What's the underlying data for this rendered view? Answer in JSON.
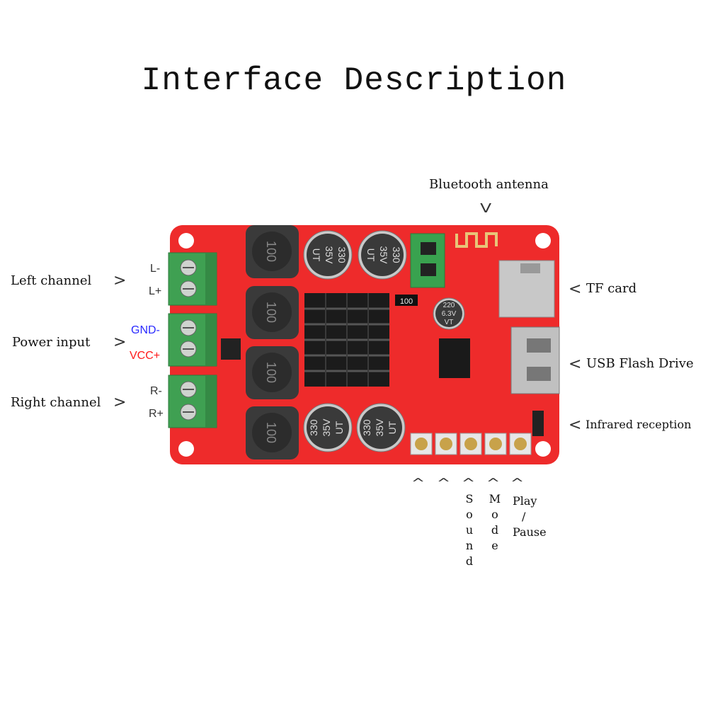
{
  "title": "Interface Description",
  "labels": {
    "bluetooth": "Bluetooth antenna",
    "left_channel": "Left channel",
    "power_input": "Power input",
    "right_channel": "Right channel",
    "tf_card": "TF card",
    "usb": "USB Flash Drive",
    "infrared": "Infrared reception",
    "sound": [
      "S",
      "o",
      "u",
      "n",
      "d"
    ],
    "mode": [
      "M",
      "o",
      "d",
      "e"
    ],
    "play": "Play",
    "play_slash": "/",
    "pause": "Pause"
  },
  "terminals": {
    "l_minus": "L-",
    "l_plus": "L+",
    "gnd": "GND-",
    "vcc": "VCC+",
    "r_minus": "R-",
    "r_plus": "R+"
  },
  "arrows": {
    "right": ">",
    "left": "<",
    "down": "V",
    "up": "^"
  },
  "board": {
    "inductor_text": "100",
    "cap_big": [
      "330",
      "35V",
      "UT"
    ],
    "cap_small": [
      "220",
      "6.3V",
      "VT"
    ],
    "resistor_text": "100"
  },
  "colors": {
    "board": "#ee2b2b",
    "gnd": "#2a2aff",
    "vcc": "#ff1a1a",
    "terminal": "#3fa052"
  }
}
